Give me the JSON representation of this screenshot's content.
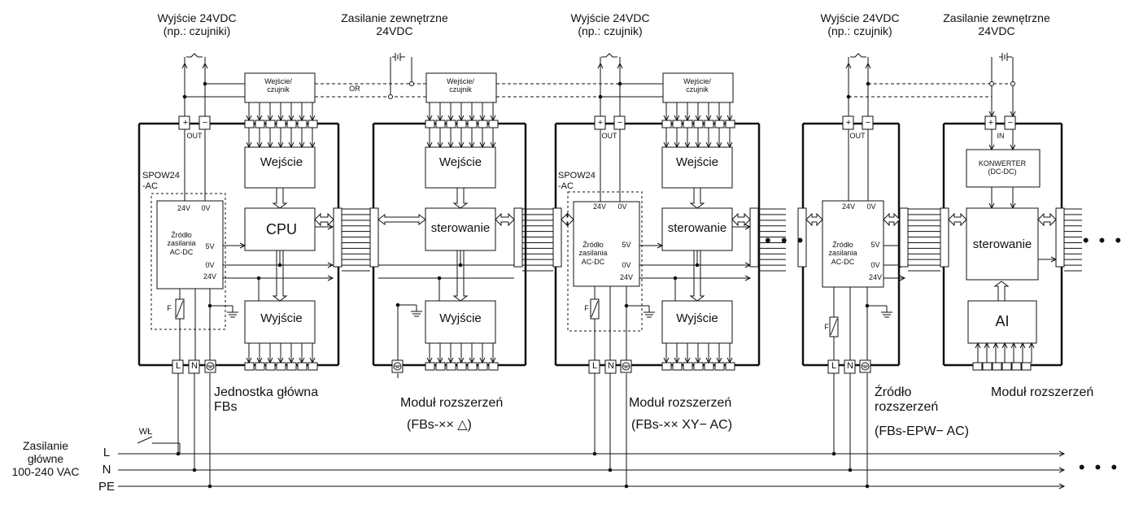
{
  "top_labels": {
    "out1": "Wyjście 24VDC\n(np.: czujniki)",
    "ext1": "Zasilanie zewnętrzne\n24VDC",
    "out2": "Wyjście 24VDC\n(np.: czujnik)",
    "out3": "Wyjście 24VDC\n(np.: czujnik)",
    "ext2": "Zasilanie zewnętrzne\n24VDC"
  },
  "sensor_block": "Wejście/\nczujnik",
  "or_label": "OR",
  "terminals": {
    "plus": "+",
    "minus": "−",
    "out": "OUT",
    "in": "IN",
    "L": "L",
    "N": "N"
  },
  "blocks": {
    "input": "Wejście",
    "output": "Wyjście",
    "cpu": "CPU",
    "control": "sterowanie",
    "psu": "Źródło\nzasilania\nAC-DC",
    "spow": "SPOW24\n-AC",
    "converter": "KONWERTER\n(DC-DC)",
    "ai": "AI",
    "fuse": "F"
  },
  "psu_pins": {
    "v24": "24V",
    "v0": "0V",
    "v5": "5V"
  },
  "captions": {
    "main_unit": "Jednostka główna\nFBs",
    "exp1": "Moduł rozszerzeń",
    "exp1_model": "(FBs-×× △)",
    "exp2": "Moduł rozszerzeń",
    "exp2_model": "(FBs-×× XY− AC)",
    "exp_src": "Źródło\nrozszerzeń",
    "exp_src_model": "(FBs-EPW− AC)",
    "exp3": "Moduł rozszerzeń"
  },
  "mains": {
    "label": "Zasilanie\ngłówne\n100-240 VAC",
    "L": "L",
    "N": "N",
    "PE": "PE",
    "switch": "WŁ"
  },
  "ellipsis": "• • •"
}
